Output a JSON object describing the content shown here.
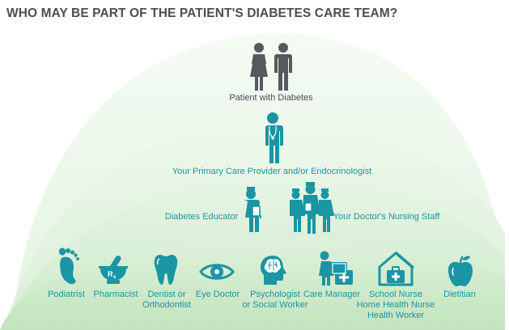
{
  "title": "WHO MAY BE PART OF THE PATIENT'S DIABETES CARE TEAM?",
  "colors": {
    "teal": "#1a95a4",
    "gray_figure": "#555a5e",
    "title_gray": "#4d4d4f",
    "tier_green_light": "#eaf6e9",
    "tier_green_dark": "#c6e6c2"
  },
  "tiers": {
    "patient": {
      "label": "Patient with Diabetes",
      "icon": "patient-couple-icon"
    },
    "primary": {
      "label": "Your Primary Care Provider and/or Endocrinologist",
      "icon": "doctor-icon"
    },
    "educators": {
      "educator_label": "Diabetes Educator",
      "educator_icon": "nurse-educator-icon",
      "nursing_label": "Your Doctor's Nursing Staff",
      "nursing_icon": "nursing-staff-icon"
    },
    "specialists": [
      {
        "line1": "Podiatrist",
        "line2": "",
        "line3": "",
        "icon": "foot-icon"
      },
      {
        "line1": "Pharmacist",
        "line2": "",
        "line3": "",
        "icon": "mortar-pestle-icon",
        "glyph": "Rx"
      },
      {
        "line1": "Dentist or",
        "line2": "Orthodontist",
        "line3": "",
        "icon": "tooth-icon"
      },
      {
        "line1": "Eye Doctor",
        "line2": "",
        "line3": "",
        "icon": "eye-icon"
      },
      {
        "line1": "Psychologist",
        "line2": "or Social Worker",
        "line3": "",
        "icon": "brain-head-icon"
      },
      {
        "line1": "Care Manager",
        "line2": "",
        "line3": "",
        "icon": "care-manager-icon"
      },
      {
        "line1": "School Nurse",
        "line2": "Home Health Nurse",
        "line3": "Health Worker",
        "icon": "house-medical-icon"
      },
      {
        "line1": "Dietitian",
        "line2": "",
        "line3": "",
        "icon": "apple-icon"
      }
    ]
  }
}
